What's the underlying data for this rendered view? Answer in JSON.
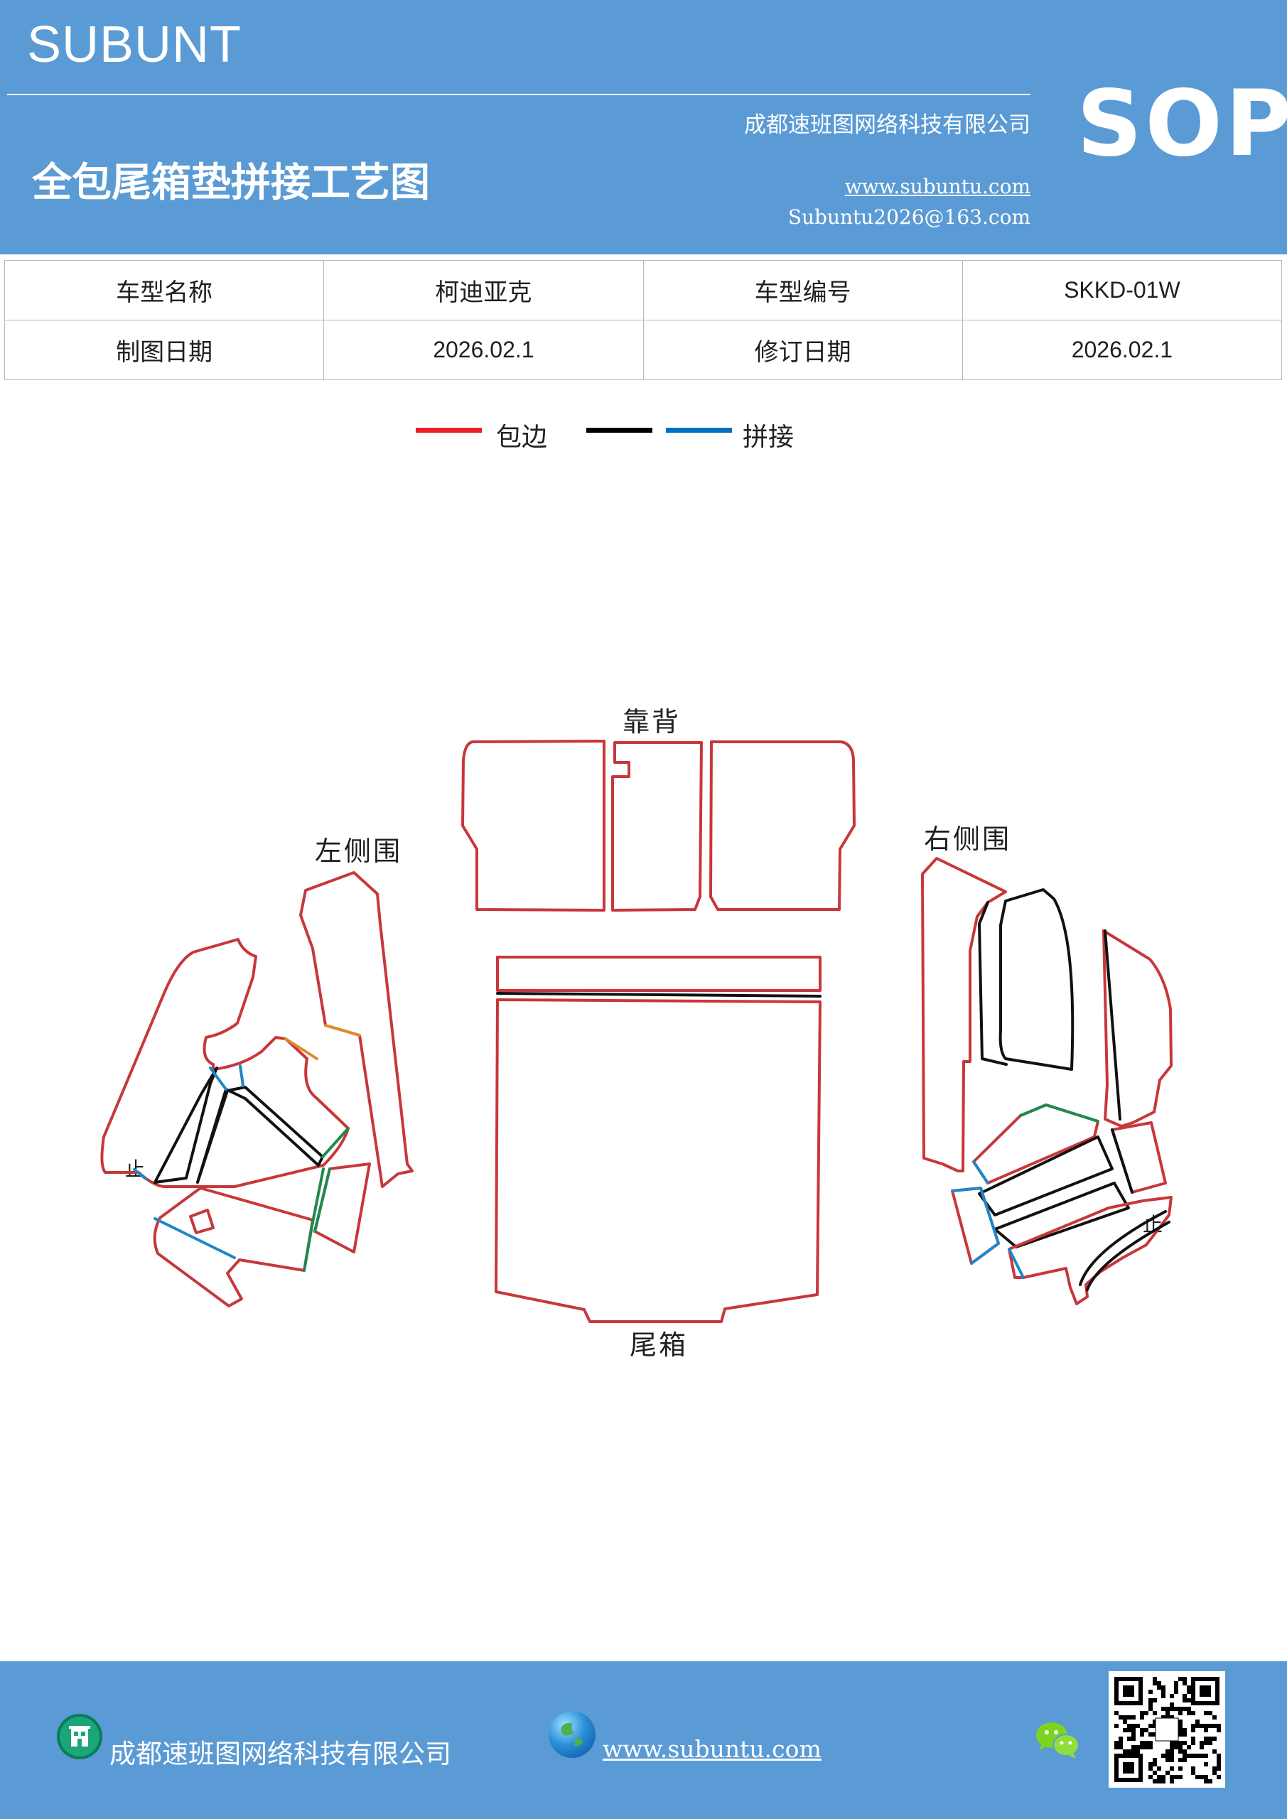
{
  "header": {
    "brand": "SUBUNT",
    "company": "成都速班图网络科技有限公司",
    "title": "全包尾箱垫拼接工艺图",
    "website": "www.subuntu.com",
    "email": "Subuntu2026@163.com",
    "badge": "SOP"
  },
  "info_table": {
    "model_name_label": "车型名称",
    "model_name_value": "柯迪亚克",
    "model_code_label": "车型编号",
    "model_code_value": "SKKD-01W",
    "draw_date_label": "制图日期",
    "draw_date_value": "2026.02.1",
    "revise_date_label": "修订日期",
    "revise_date_value": "2026.02.1"
  },
  "legend": {
    "items": [
      {
        "label": "包边",
        "color": "#ee1c25"
      },
      {
        "label": "",
        "color": "#000000"
      },
      {
        "label": "拼接",
        "color": "#0070c0"
      }
    ]
  },
  "diagram": {
    "labels": {
      "backrest": "靠背",
      "trunk": "尾箱",
      "left_side": "左侧围",
      "right_side": "右侧围"
    },
    "stop_mark": "止",
    "colors": {
      "edge": "#c8373a",
      "seam_black": "#111111",
      "seam_blue": "#1f86c8",
      "seam_green": "#1e8a4c",
      "seam_orange": "#e08a2a"
    }
  },
  "footer": {
    "company": "成都速班图网络科技有限公司",
    "website": "www.subuntu.com"
  },
  "icons": {
    "building": "building-icon",
    "globe": "globe-icon",
    "wechat": "wechat-icon",
    "qr": "qr-code"
  }
}
